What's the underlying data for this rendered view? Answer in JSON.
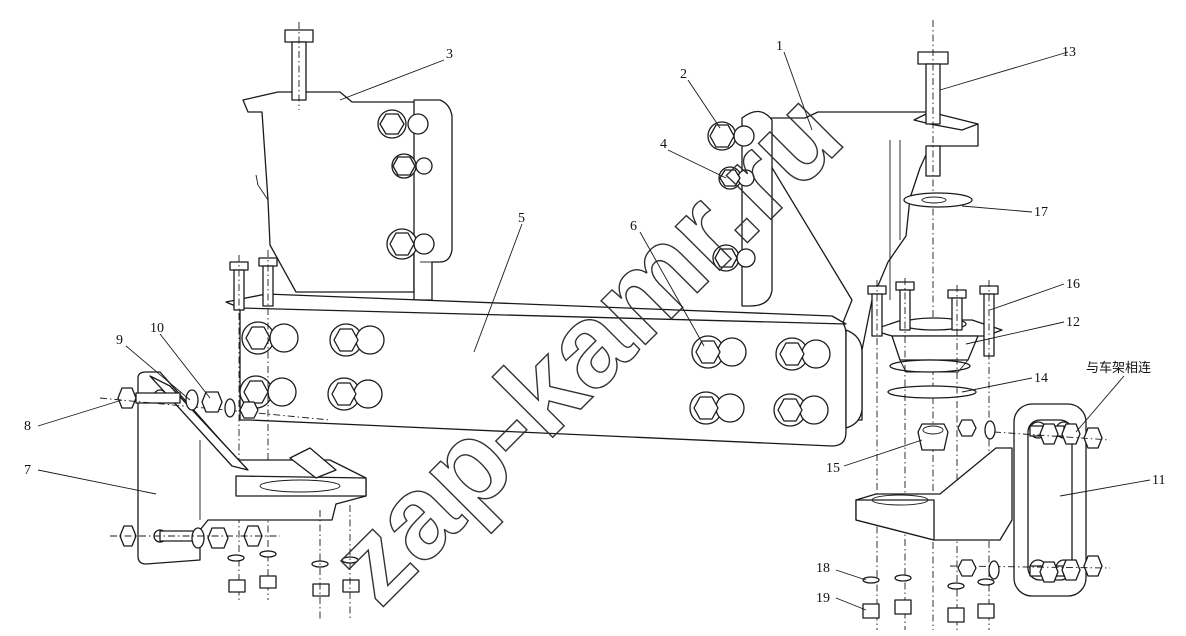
{
  "part_labels": [
    "1",
    "2",
    "3",
    "4",
    "5",
    "6",
    "7",
    "8",
    "9",
    "10",
    "11",
    "12",
    "13",
    "14",
    "15",
    "16",
    "17",
    "18",
    "19"
  ],
  "frame_note": "与车架相连",
  "watermark": "zap-kamr.ru",
  "icons": [
    "bolt",
    "nut",
    "washer",
    "bracket",
    "beam",
    "rubber-mount"
  ],
  "colors": {
    "line": "#1a1a1a",
    "background": "#ffffff"
  }
}
